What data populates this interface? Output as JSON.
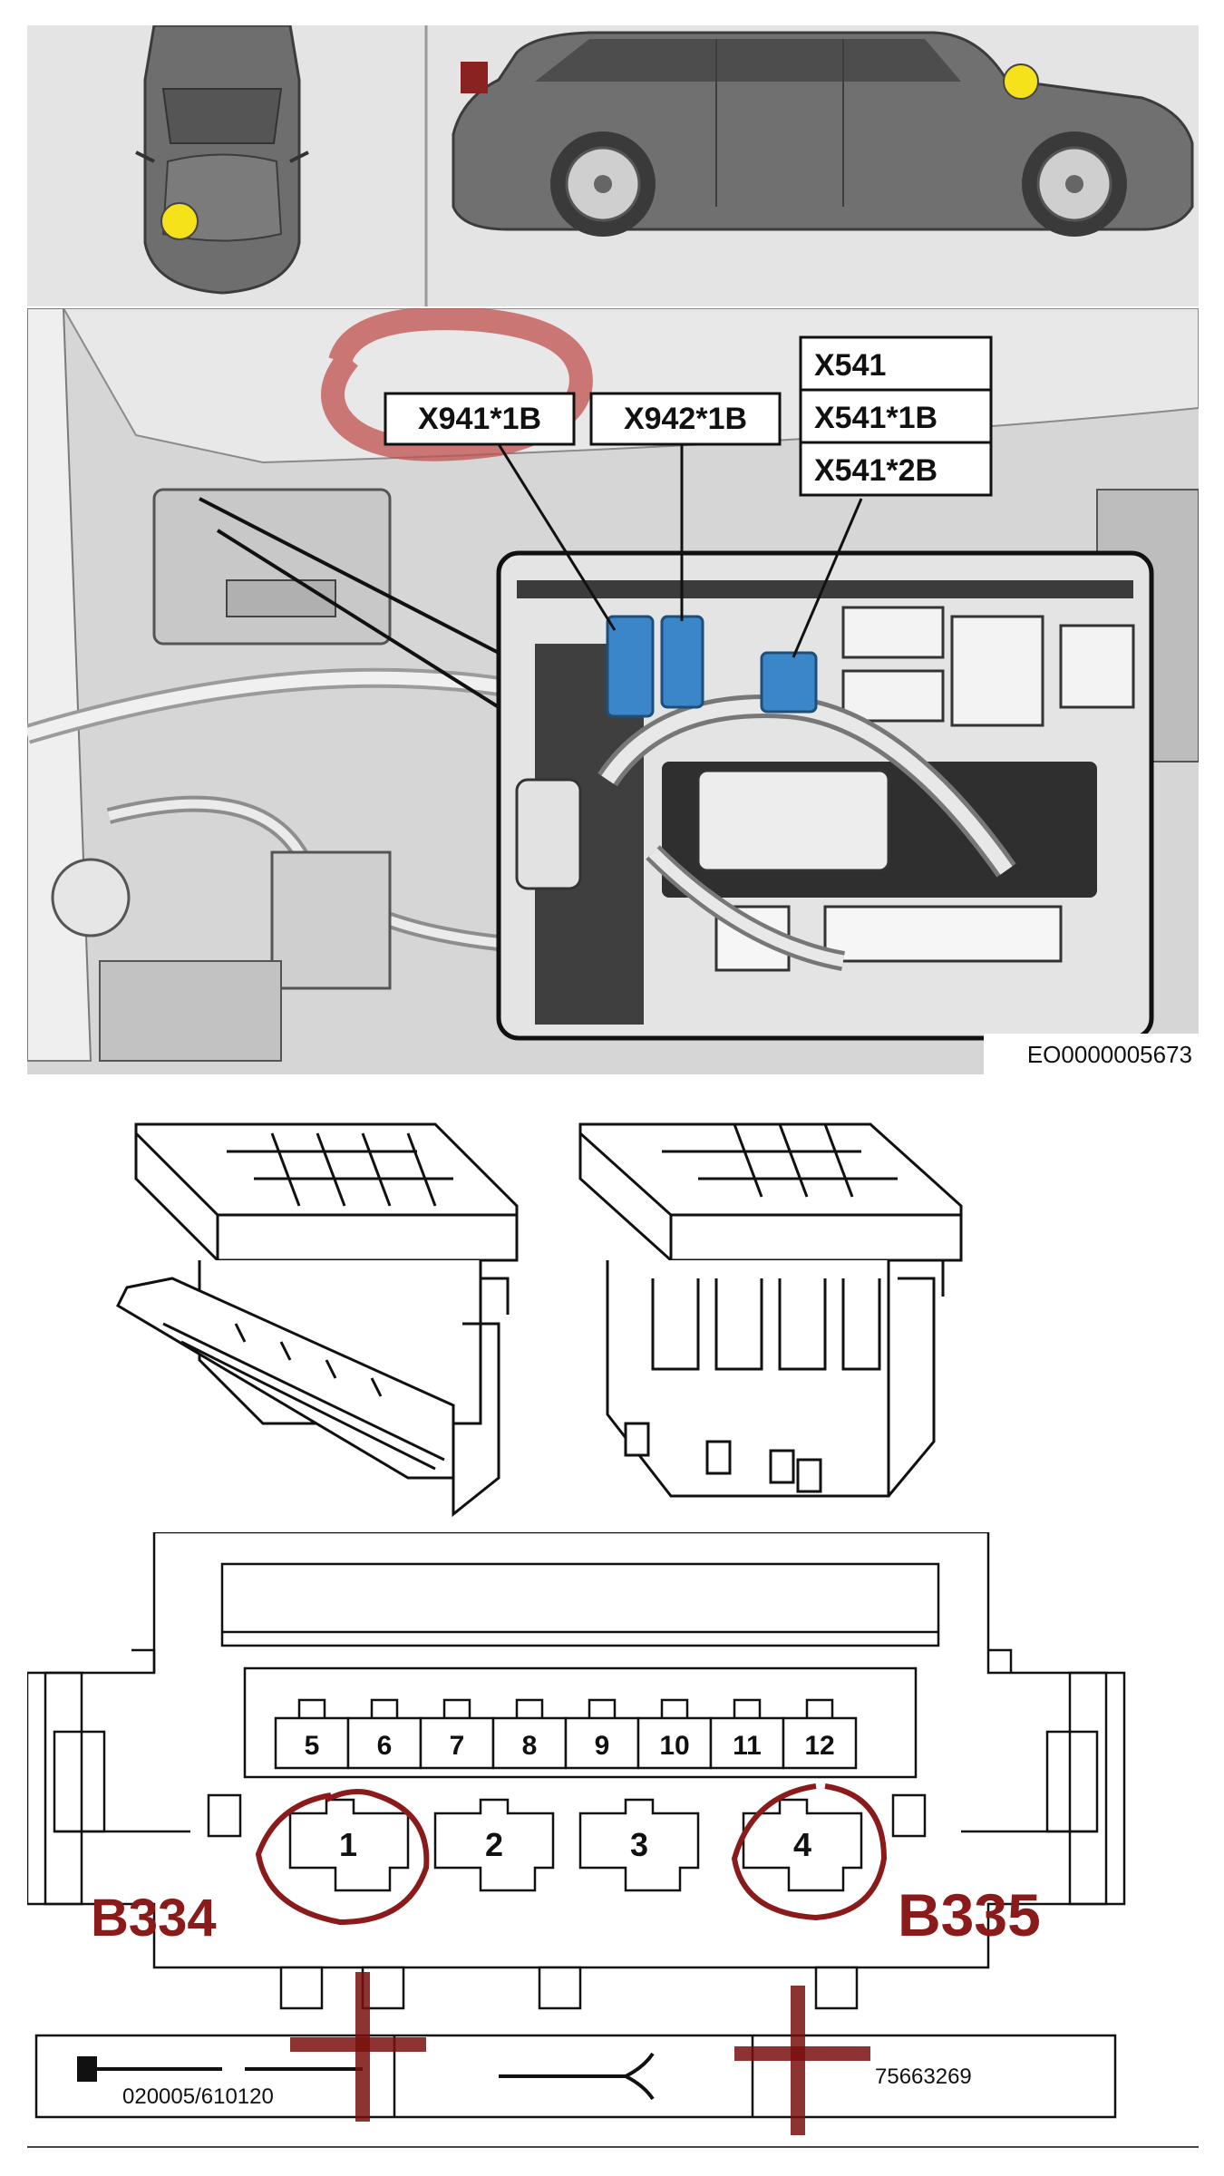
{
  "location_panel": {
    "connector_labels": {
      "x941": "X941*1B",
      "x942": "X942*1B",
      "x541": "X541",
      "x541_1b": "X541*1B",
      "x541_2b": "X541*2B"
    },
    "figure_code": "EO0000005673",
    "markers": {
      "color": "#f5e21a"
    },
    "highlight_color": "#c0504d"
  },
  "connector_panel": {
    "pins_top": [
      "5",
      "6",
      "7",
      "8",
      "9",
      "10",
      "11",
      "12"
    ],
    "pins_bottom": [
      "1",
      "2",
      "3",
      "4"
    ],
    "sensor_left": "B334",
    "sensor_right": "B335",
    "part_number_left": "020005/610120",
    "part_number_right": "75663269",
    "annotation_color": "#8b1a1a"
  }
}
